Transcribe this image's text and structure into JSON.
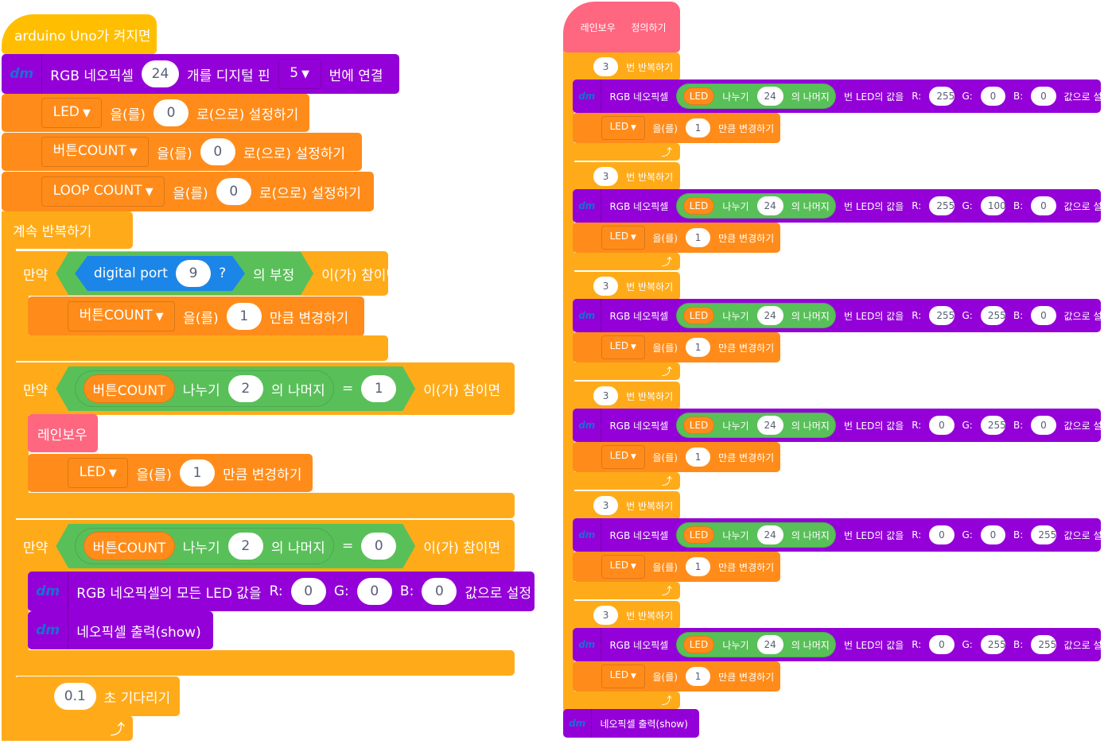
{
  "colors": {
    "hat": "#ffbf00",
    "neopixel": "#9400d8",
    "variable": "#ff8c1a",
    "control": "#ffab19",
    "operator": "#59c059",
    "sensing": "#1b86e8",
    "custom": "#ff6680"
  },
  "blocks": [
    {
      "name": "when-arduino-starts-hat",
      "tokens": [
        {
          "t": "text",
          "v": "arduino Uno가 켜지면"
        }
      ]
    },
    {
      "name": "neopixel-init-block",
      "tokens": [
        {
          "t": "icon"
        },
        {
          "t": "text",
          "v": "RGB 네오픽셀"
        },
        {
          "t": "num",
          "v": "24"
        },
        {
          "t": "text",
          "v": "개를 디지털 핀"
        },
        {
          "t": "dd",
          "v": "5"
        },
        {
          "t": "text",
          "v": "번에 연결"
        }
      ]
    },
    {
      "name": "set-led-block",
      "tokens": [
        {
          "t": "dd",
          "v": "LED"
        },
        {
          "t": "text",
          "v": "을(를)"
        },
        {
          "t": "num",
          "v": "0"
        },
        {
          "t": "text",
          "v": "로(으로) 설정하기"
        }
      ]
    },
    {
      "name": "set-button-count-block",
      "tokens": [
        {
          "t": "dd",
          "v": "버튼COUNT"
        },
        {
          "t": "text",
          "v": "을(를)"
        },
        {
          "t": "num",
          "v": "0"
        },
        {
          "t": "text",
          "v": "로(으로) 설정하기"
        }
      ]
    },
    {
      "name": "set-loop-count-block",
      "tokens": [
        {
          "t": "dd",
          "v": "LOOP COUNT"
        },
        {
          "t": "text",
          "v": "을(를)"
        },
        {
          "t": "num",
          "v": "0"
        },
        {
          "t": "text",
          "v": "로(으로) 설정하기"
        }
      ]
    },
    {
      "name": "forever-block",
      "tokens": [
        {
          "t": "text",
          "v": "계속 반복하기"
        }
      ]
    },
    {
      "name": "if-not-digital-block",
      "tokens": [
        {
          "t": "text",
          "v": "만약"
        },
        {
          "t": "hex",
          "c": "operator",
          "tokens": [
            {
              "t": "hex",
              "c": "sensing",
              "tokens": [
                {
                  "t": "text",
                  "v": "digital port"
                },
                {
                  "t": "num",
                  "v": "9"
                },
                {
                  "t": "text",
                  "v": "?"
                }
              ]
            },
            {
              "t": "text",
              "v": "의 부정"
            }
          ]
        },
        {
          "t": "text",
          "v": "이(가) 참이면"
        }
      ]
    },
    {
      "name": "change-button-count-block",
      "tokens": [
        {
          "t": "dd",
          "v": "버튼COUNT"
        },
        {
          "t": "text",
          "v": "을(를)"
        },
        {
          "t": "num",
          "v": "1"
        },
        {
          "t": "text",
          "v": "만큼 변경하기"
        }
      ]
    },
    {
      "name": "if-end",
      "tokens": []
    },
    {
      "name": "if-mod-equals-1-block",
      "tokens": [
        {
          "t": "text",
          "v": "만약"
        },
        {
          "t": "hex",
          "c": "operator",
          "tokens": [
            {
              "t": "round",
              "c": "operator",
              "tokens": [
                {
                  "t": "round",
                  "c": "variable",
                  "tokens": [
                    {
                      "t": "text",
                      "v": "버튼COUNT"
                    }
                  ]
                },
                {
                  "t": "text",
                  "v": "나누기"
                },
                {
                  "t": "num",
                  "v": "2"
                },
                {
                  "t": "text",
                  "v": "의 나머지"
                }
              ]
            },
            {
              "t": "text",
              "v": "="
            },
            {
              "t": "num",
              "v": "1"
            }
          ]
        },
        {
          "t": "text",
          "v": "이(가) 참이면"
        }
      ]
    },
    {
      "name": "call-rainbow-block",
      "tokens": [
        {
          "t": "text",
          "v": "레인보우"
        }
      ]
    },
    {
      "name": "change-led-block",
      "tokens": [
        {
          "t": "dd",
          "v": "LED"
        },
        {
          "t": "text",
          "v": "을(를)"
        },
        {
          "t": "num",
          "v": "1"
        },
        {
          "t": "text",
          "v": "만큼 변경하기"
        }
      ]
    },
    {
      "name": "if-end",
      "tokens": []
    },
    {
      "name": "if-mod-equals-0-block",
      "tokens": [
        {
          "t": "text",
          "v": "만약"
        },
        {
          "t": "hex",
          "c": "operator",
          "tokens": [
            {
              "t": "round",
              "c": "operator",
              "tokens": [
                {
                  "t": "round",
                  "c": "variable",
                  "tokens": [
                    {
                      "t": "text",
                      "v": "버튼COUNT"
                    }
                  ]
                },
                {
                  "t": "text",
                  "v": "나누기"
                },
                {
                  "t": "num",
                  "v": "2"
                },
                {
                  "t": "text",
                  "v": "의 나머지"
                }
              ]
            },
            {
              "t": "text",
              "v": "="
            },
            {
              "t": "num",
              "v": "0"
            }
          ]
        },
        {
          "t": "text",
          "v": "이(가) 참이면"
        }
      ]
    },
    {
      "name": "set-all-leds-block",
      "tokens": [
        {
          "t": "icon"
        },
        {
          "t": "text",
          "v": "RGB 네오픽셀의 모든 LED 값을"
        },
        {
          "t": "text",
          "v": "R:"
        },
        {
          "t": "num",
          "v": "0"
        },
        {
          "t": "text",
          "v": "G:"
        },
        {
          "t": "num",
          "v": "0"
        },
        {
          "t": "text",
          "v": "B:"
        },
        {
          "t": "num",
          "v": "0"
        },
        {
          "t": "text",
          "v": "값으로 설정"
        }
      ]
    },
    {
      "name": "neopixel-show-block",
      "tokens": [
        {
          "t": "icon"
        },
        {
          "t": "text",
          "v": "네오픽셀 출력(show)"
        }
      ]
    },
    {
      "name": "if-end",
      "tokens": []
    },
    {
      "name": "wait-block",
      "tokens": [
        {
          "t": "num",
          "v": "0.1"
        },
        {
          "t": "text",
          "v": "초 기다리기"
        }
      ]
    },
    {
      "name": "forever-end",
      "tokens": [
        {
          "t": "arrow"
        }
      ]
    },
    {
      "name": "define-rainbow-hat",
      "tokens": [
        {
          "t": "field",
          "v": "레인보우"
        },
        {
          "t": "text",
          "v": "정의하기"
        }
      ]
    }
  ],
  "rainbow_steps": [
    {
      "repeat": "3",
      "led": "LED",
      "div": "24",
      "r": "255",
      "g": "0",
      "b": "0",
      "change": "1"
    },
    {
      "repeat": "3",
      "led": "LED",
      "div": "24",
      "r": "255",
      "g": "100",
      "b": "0",
      "change": "1"
    },
    {
      "repeat": "3",
      "led": "LED",
      "div": "24",
      "r": "255",
      "g": "255",
      "b": "0",
      "change": "1"
    },
    {
      "repeat": "3",
      "led": "LED",
      "div": "24",
      "r": "0",
      "g": "255",
      "b": "0",
      "change": "1"
    },
    {
      "repeat": "3",
      "led": "LED",
      "div": "24",
      "r": "0",
      "g": "0",
      "b": "255",
      "change": "1"
    },
    {
      "repeat": "3",
      "led": "LED",
      "div": "24",
      "r": "0",
      "g": "255",
      "b": "255",
      "change": "1"
    }
  ],
  "labels": {
    "repeat": "번 반복하기",
    "neopixel": "RGB 네오픽셀",
    "divide": "나누기",
    "mod": "의 나머지",
    "led_value": "번 LED의 값을",
    "r": "R:",
    "g": "G:",
    "b": "B:",
    "set_value": "값으로 설정",
    "obj": "을(를)",
    "change": "만큼 변경하기",
    "show": "네오픽셀 출력(show)"
  }
}
